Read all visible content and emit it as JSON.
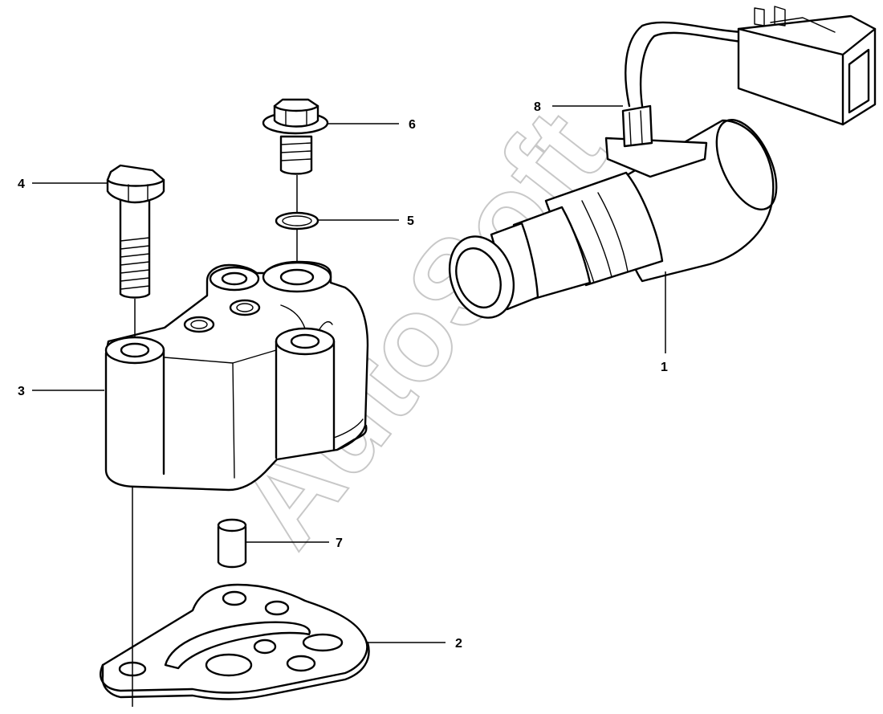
{
  "watermark": {
    "text": "AutoSoft",
    "color": "#c8c8c8"
  },
  "callouts": [
    {
      "id": "1",
      "label": "1"
    },
    {
      "id": "2",
      "label": "2"
    },
    {
      "id": "3",
      "label": "3"
    },
    {
      "id": "4",
      "label": "4"
    },
    {
      "id": "5",
      "label": "5"
    },
    {
      "id": "6",
      "label": "6"
    },
    {
      "id": "7",
      "label": "7"
    },
    {
      "id": "8",
      "label": "8"
    }
  ]
}
